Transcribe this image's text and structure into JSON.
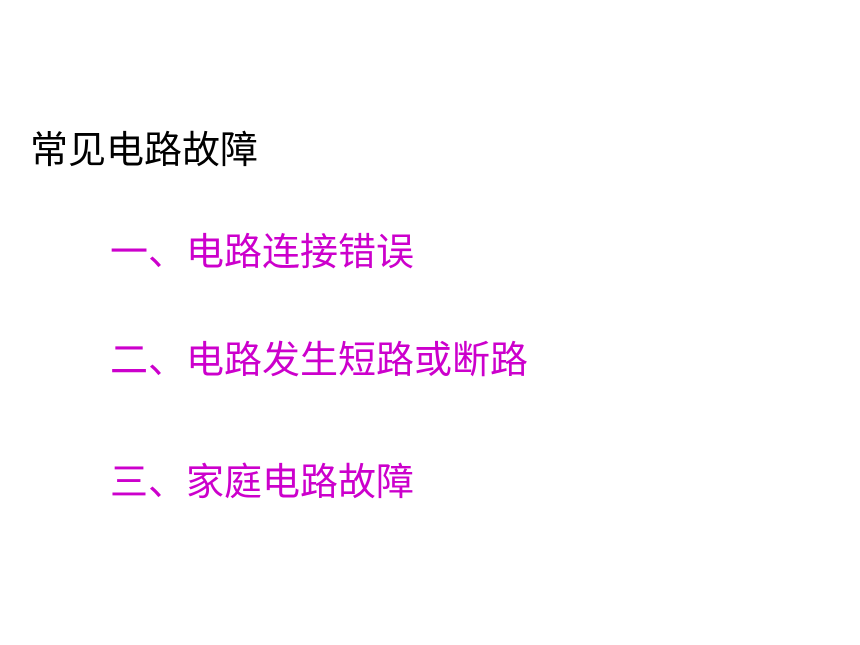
{
  "slide": {
    "title": "常见电路故障",
    "items": [
      {
        "label": "一、电路连接错误"
      },
      {
        "label": "二、电路发生短路或断路"
      },
      {
        "label": "三、家庭电路故障"
      }
    ]
  },
  "colors": {
    "background": "#ffffff",
    "title_text": "#000000",
    "item_text": "#cc00cc"
  }
}
